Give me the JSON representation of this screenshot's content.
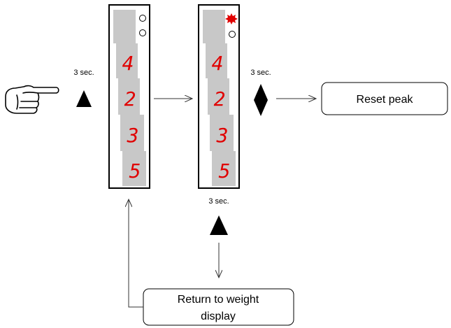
{
  "hold_labels": {
    "left": "3 sec.",
    "right": "3 sec.",
    "bottom": "3 sec."
  },
  "panel_left": {
    "digits": [
      "4",
      "2",
      "3",
      "5"
    ]
  },
  "panel_right": {
    "digits": [
      "4",
      "2",
      "3",
      "5"
    ]
  },
  "reset_box": {
    "label": "Reset peak"
  },
  "return_box": {
    "line1": "Return to weight",
    "line2": "display"
  },
  "colors": {
    "digit": "#e00000",
    "segment_block": "#c8c8c8",
    "lamp_on": "#e00000"
  },
  "icons": {
    "hand": "pointing-hand-icon",
    "up_button": "up-triangle-icon",
    "enter_button": "diamond-icon",
    "lamp_on": "starburst-lamp-icon"
  }
}
